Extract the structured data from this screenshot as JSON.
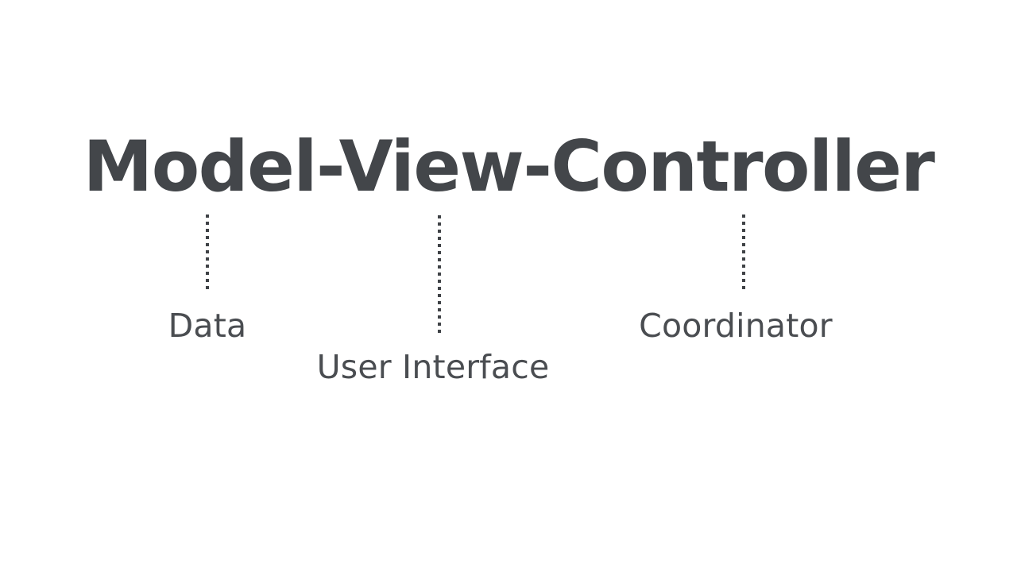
{
  "diagram": {
    "title": "Model-View-Controller",
    "type": "annotated-term-breakdown",
    "background_color": "#ffffff",
    "title_color": "#43464a",
    "label_color": "#4a4d51",
    "connector_color": "#3f4246",
    "parts": [
      {
        "term": "Model",
        "label": "Data",
        "connector": "dotted-vertical-line"
      },
      {
        "term": "View",
        "label": "User Interface",
        "connector": "dotted-vertical-line"
      },
      {
        "term": "Controller",
        "label": "Coordinator",
        "connector": "dotted-vertical-line"
      }
    ]
  }
}
